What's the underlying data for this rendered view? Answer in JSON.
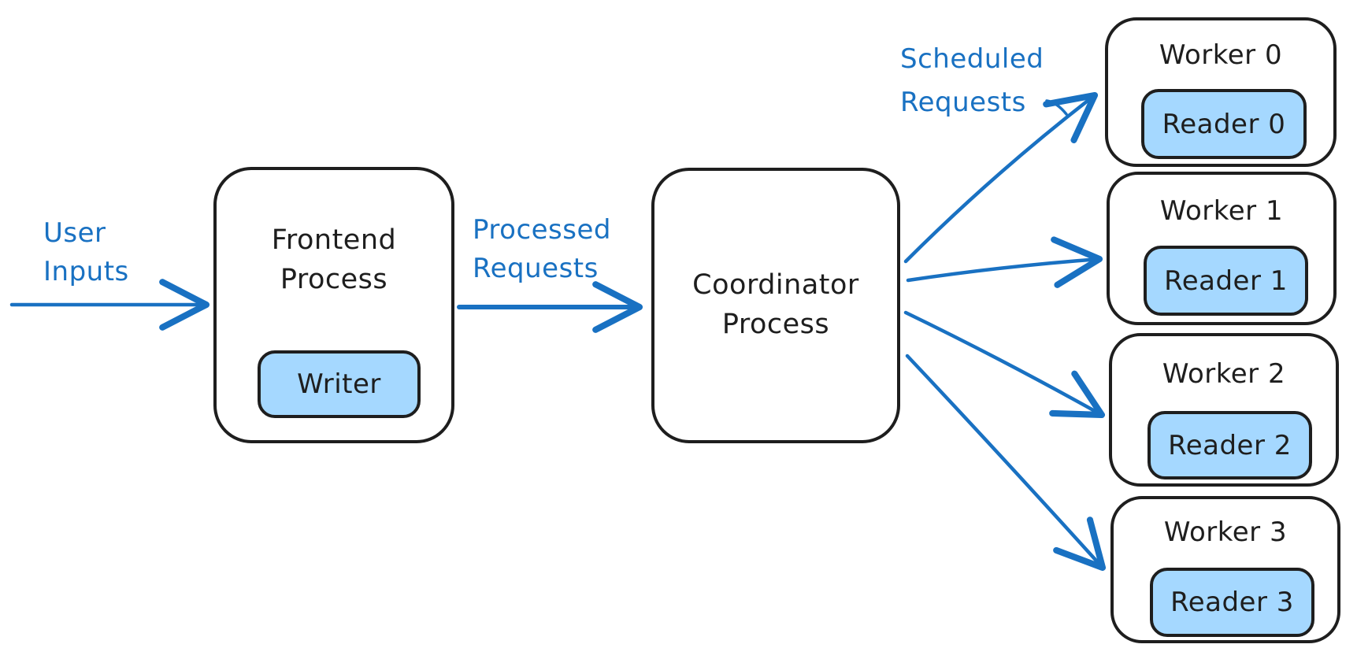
{
  "colors": {
    "ink": "#1e1e1e",
    "accent_blue": "#1971c2",
    "node_fill_blue": "#a5d8ff",
    "background": "#ffffff"
  },
  "flow_labels": {
    "user_inputs": "User\nInputs",
    "processed_requests": "Processed\nRequests",
    "scheduled_requests": "Scheduled\nRequests"
  },
  "nodes": {
    "frontend": {
      "label": "Frontend\nProcess",
      "sub": "Writer"
    },
    "coordinator": {
      "label": "Coordinator\nProcess"
    },
    "workers": [
      {
        "label": "Worker 0",
        "reader": "Reader 0"
      },
      {
        "label": "Worker 1",
        "reader": "Reader 1"
      },
      {
        "label": "Worker 2",
        "reader": "Reader 2"
      },
      {
        "label": "Worker 3",
        "reader": "Reader 3"
      }
    ]
  }
}
